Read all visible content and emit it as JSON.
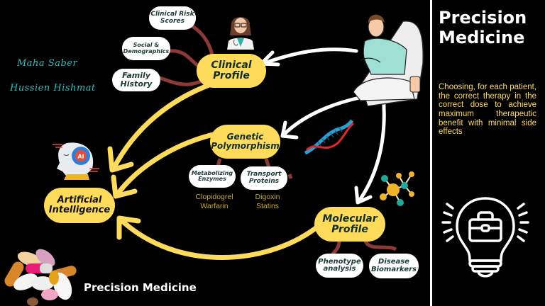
{
  "diagram": {
    "title": "Precision Medicine",
    "authors": [
      "Maha Saber",
      "Hussien Hishmat"
    ],
    "nodes": {
      "clinical_profile": "Clinical\nProfile",
      "genetic_polymorphism": "Genetic\nPolymorphism",
      "molecular_profile": "Molecular\nProfile",
      "artificial_intelligence": "Artificial\nIntelligence"
    },
    "clinical_children": [
      {
        "label": "Clinical Risk\nScores"
      },
      {
        "label": "Social &\nDemographics"
      },
      {
        "label": "Family\nHistory"
      }
    ],
    "genetic_children": [
      {
        "label": "Metabolizing\nEnzymes",
        "examples": "Clopidogrel\nWarfarin"
      },
      {
        "label": "Transport\nProteins",
        "examples": "Digoxin\nStatins"
      }
    ],
    "molecular_children": [
      {
        "label": "Phenotype\nanalysis"
      },
      {
        "label": "Disease\nBiomarkers"
      }
    ],
    "icons": [
      "doctor-icon",
      "patient-icon",
      "dna-icon",
      "molecule-icon",
      "ai-head-icon",
      "pills-icon",
      "lightbulb-briefcase-icon"
    ],
    "ai_badge": "AI"
  },
  "sidebar": {
    "title": "Precision\nMedicine",
    "description": "Choosing, for each patient, the correct therapy in the correct dose to achieve maximum therapeutic benefit with minimal side effects"
  },
  "footer": {
    "title": "Precision Medicine"
  },
  "colors": {
    "background": "#000000",
    "node_yellow": "#FFDB5C",
    "link_brown": "#8B3A36",
    "text_dark": "#0f2d29",
    "accent_teal": "#2fbfbf",
    "example_text": "#c7a93c"
  }
}
